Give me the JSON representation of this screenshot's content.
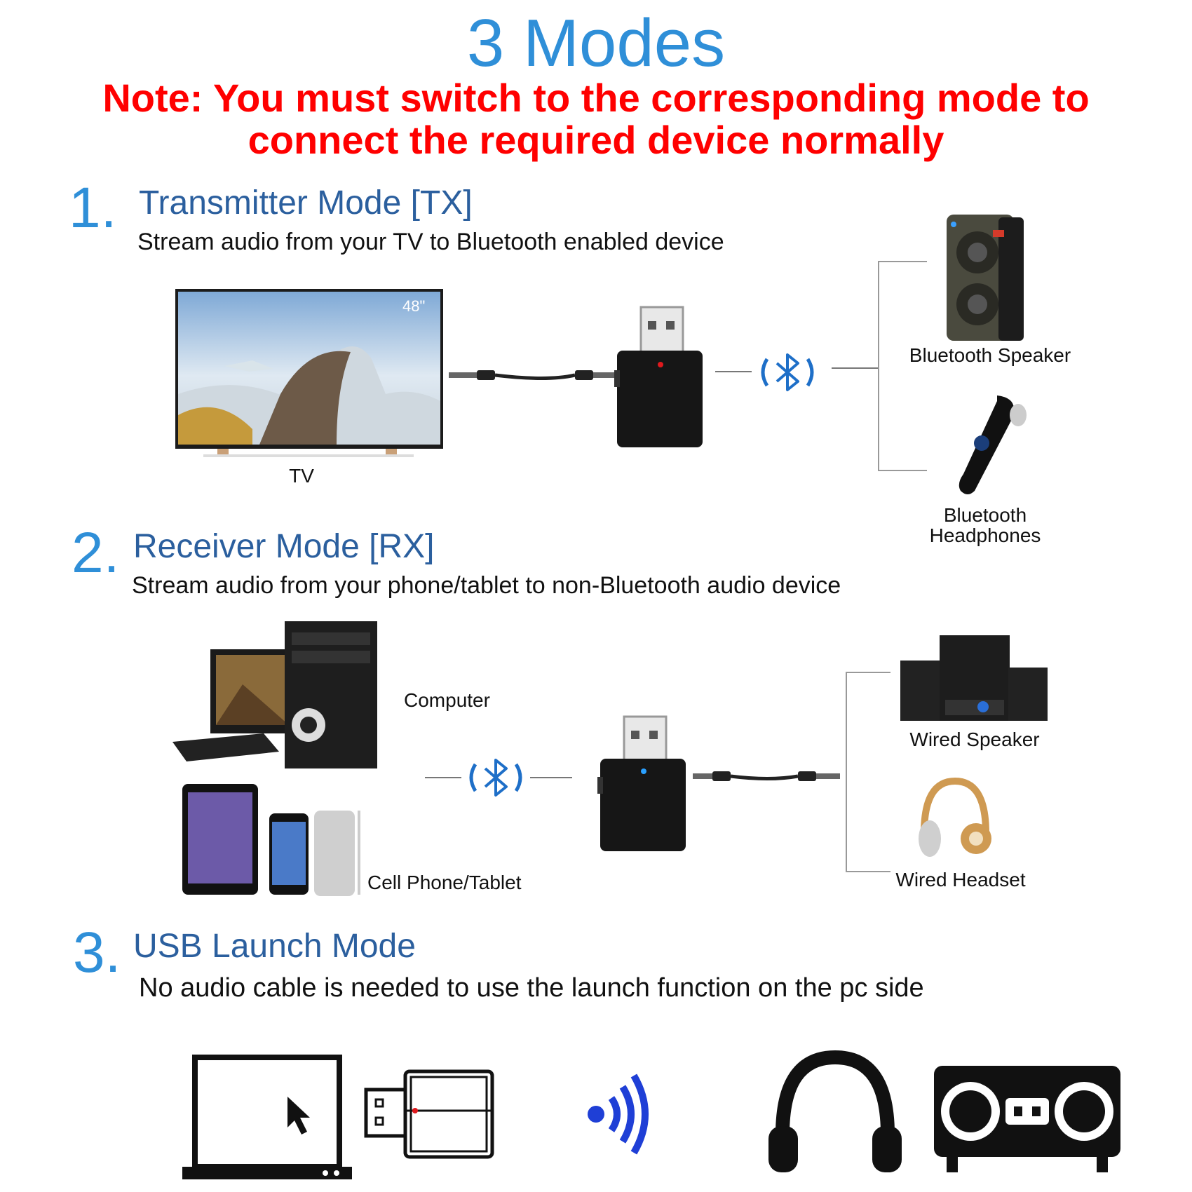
{
  "title": "3 Modes",
  "note": {
    "line1": "Note: You must switch to the corresponding mode to",
    "line2": "connect the required device normally"
  },
  "modes": [
    {
      "number": "1.",
      "title": "Transmitter Mode [TX]",
      "description": "Stream audio from your TV to Bluetooth enabled device",
      "source_labels": [
        "TV"
      ],
      "tv_badge": "48\"",
      "target_labels": [
        "Bluetooth Speaker",
        "Bluetooth Headphones"
      ],
      "led_color": "#e0191d"
    },
    {
      "number": "2.",
      "title": "Receiver Mode [RX]",
      "description": "Stream audio from your phone/tablet to non-Bluetooth audio device",
      "source_labels": [
        "Computer",
        "Cell Phone/Tablet"
      ],
      "target_labels": [
        "Wired Speaker",
        "Wired Headset"
      ],
      "led_color": "#2aa0ff"
    },
    {
      "number": "3.",
      "title": "USB Launch Mode",
      "description": "No audio cable is needed to use the launch function on the pc side",
      "icons": [
        "laptop-icon",
        "usb-adapter-icon",
        "wireless-signal-icon",
        "headphones-icon",
        "boombox-icon"
      ]
    }
  ],
  "colors": {
    "accent_blue": "#2f8fd8",
    "title_blue": "#2b5f9e",
    "note_red": "#ff0000",
    "bluetooth_blue": "#1e6fc8"
  }
}
